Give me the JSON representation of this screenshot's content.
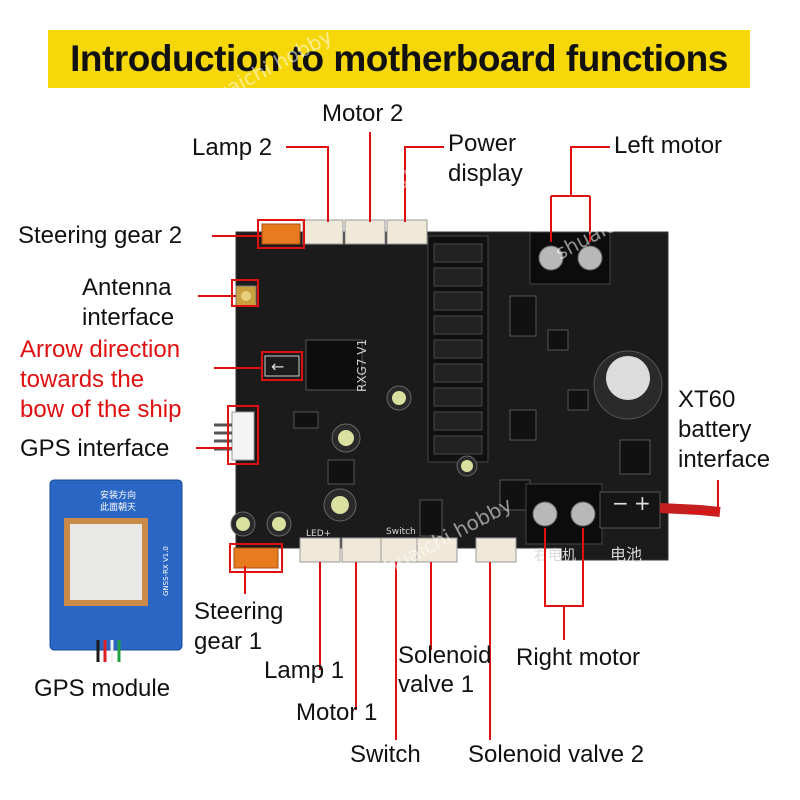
{
  "title": "Introduction to motherboard functions",
  "labels": {
    "motor2": "Motor 2",
    "lamp2": "Lamp 2",
    "power_display_1": "Power",
    "power_display_2": "display",
    "left_motor": "Left motor",
    "steering_gear_2": "Steering gear 2",
    "antenna_1": "Antenna",
    "antenna_2": "interface",
    "arrow_1": "Arrow direction",
    "arrow_2": "towards the",
    "arrow_3": "bow of the ship",
    "gps_interface": "GPS interface",
    "xt60_1": "XT60",
    "xt60_2": "battery",
    "xt60_3": "interface",
    "steering_gear_1a": "Steering",
    "steering_gear_1b": "gear 1",
    "lamp1": "Lamp 1",
    "motor1": "Motor 1",
    "switch": "Switch",
    "solenoid1_a": "Solenoid",
    "solenoid1_b": "valve 1",
    "right_motor": "Right motor",
    "solenoid2": "Solenoid valve 2",
    "gps_module": "GPS module"
  },
  "board": {
    "model": "RXG7 V1",
    "battery_cn": "电池",
    "right_motor_cn": "右电机",
    "gps_cn_1": "安装方向",
    "gps_cn_2": "此面朝天",
    "gps_model": "GNSS-RX V1.0",
    "switch_silk": "Switch",
    "led_silk": "LED+"
  },
  "watermark": "shuaichi hobby",
  "colors": {
    "title_bg": "#f5d70a",
    "callout_line": "#e01010",
    "board": "#1b1b1b",
    "gps_board": "#2a66c4"
  }
}
